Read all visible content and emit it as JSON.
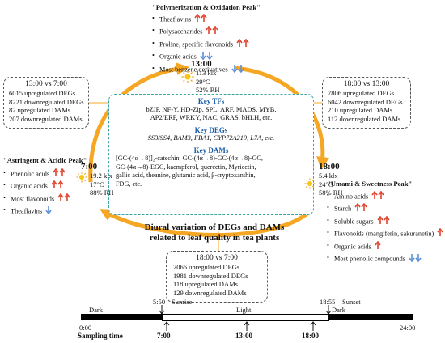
{
  "diagram": {
    "peaks": {
      "polymerization": {
        "title": "\"Polymerization & Oxidation Peak\"",
        "items": [
          {
            "name": "Theaflavins",
            "trend": "up2"
          },
          {
            "name": "Polysaccharides",
            "trend": "up2"
          },
          {
            "name": "Proline, specific flavonoids",
            "trend": "up2"
          },
          {
            "name": "Organic acids",
            "trend": "down2"
          },
          {
            "name": "Most benzene derivatives",
            "trend": "down2"
          }
        ]
      },
      "astringent": {
        "title": "\"Astringent & Acidic Peak\"",
        "items": [
          {
            "name": "Phenolic acids",
            "trend": "up2"
          },
          {
            "name": "Organic acids",
            "trend": "up2"
          },
          {
            "name": "Most flavonoids",
            "trend": "up2"
          },
          {
            "name": "Theaflavins",
            "trend": "down1"
          }
        ]
      },
      "umami": {
        "title": "\"Umami & Sweetness Peak\"",
        "items": [
          {
            "name": "Amino acids",
            "trend": "up2"
          },
          {
            "name": "Starch",
            "trend": "up2"
          },
          {
            "name": "Soluble sugars",
            "trend": "up2"
          },
          {
            "name": "Flavonoids (mangiferin, sakuranetin)",
            "trend": "up1"
          },
          {
            "name": "Organic acids",
            "trend": "up1"
          },
          {
            "name": "Most phenolic compounds",
            "trend": "down2"
          }
        ]
      }
    },
    "timepoints": {
      "t13": {
        "time": "13:00",
        "light": "113 klx",
        "temp": "29°C",
        "rh": "52% RH"
      },
      "t7": {
        "time": "7:00",
        "light": "19.2 klx",
        "temp": "17°C",
        "rh": "88% RH"
      },
      "t18": {
        "time": "18:00",
        "light": "5.4 klx",
        "temp": "24°C",
        "rh": "58% RH"
      }
    },
    "comparisons": {
      "c13v7": {
        "title": "13:00 vs 7:00",
        "lines": [
          "6015 upregulated DEGs",
          "8221 downregulated DEGs",
          "82 upregulated DAMs",
          "207 downregulated DAMs"
        ]
      },
      "c18v13": {
        "title": "18:00 vs 13:00",
        "lines": [
          "7806 upregulated DEGs",
          "6042 downregulated DEGs",
          "210 upregulated DAMs",
          "112 downregulated DAMs"
        ]
      },
      "c18v7": {
        "title": "18:00 vs 7:00",
        "lines": [
          "2066 upregulated DEGs",
          "1981 downregulated DEGs",
          "118 upregulated DAMs",
          "129 downregulated DAMs"
        ]
      }
    },
    "center": {
      "tfs_title": "Key TFs",
      "tfs_line1": "bZIP, NF-Y, HD-Zip, SPL, ARF, MADS, MYB,",
      "tfs_line2": "AP2/ERF, WRKY, NAC, GRAS, bHLH, etc.",
      "degs_title": "Key DEGs",
      "degs_line": "SS3/SS4, BAM3, FBA1, CYP72A219, L7A, etc.",
      "dams_title": "Key DAMs",
      "dams_line1": "[GC-(4α→8)]₂-catechin, GC-(4α→8)-GC-(4α→8)-GC,",
      "dams_line2": "GC-(4α→8)-EGC, kaempferol, quercetin, Myricetin,",
      "dams_line3": "gallic acid, theanine, glutamic acid, β-cryptoxanthin,",
      "dams_line4": "FDG, etc."
    },
    "main_title_1": "Diural variation of DEGs and DAMs",
    "main_title_2": "related to leaf quality in tea plants",
    "timeline": {
      "dark_left": "Dark",
      "light": "Light",
      "dark_right": "Dark",
      "sunrise_time": "5:50",
      "sunrise": "Sunrise",
      "sunset_time": "18:55",
      "sunset": "Sunset",
      "start": "0:00",
      "end": "24:00",
      "sampling_label": "Sampling time",
      "samples": [
        "7:00",
        "13:00",
        "18:00"
      ]
    },
    "colors": {
      "cycle": "#f5a623",
      "up": "#e0442f",
      "down": "#5b8fd6",
      "dashed_center": "#3aa3a3",
      "key_title": "#1f5fa8"
    }
  }
}
